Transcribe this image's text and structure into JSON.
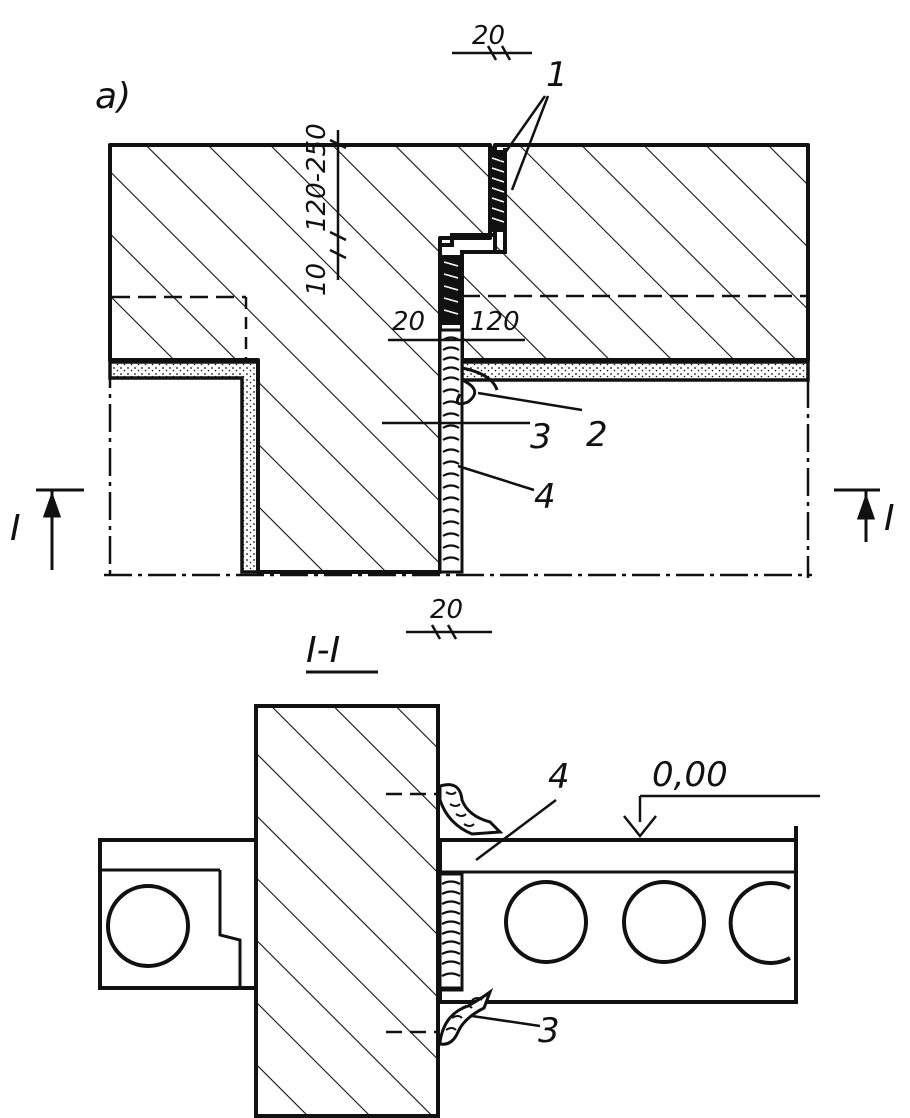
{
  "figure_label": "a)",
  "section_title": "I-I",
  "section_markers": {
    "left": "I",
    "right": "I"
  },
  "dimensions": {
    "top_gap": "20",
    "wall_depth": "120-250",
    "wall_offset": "10",
    "joint_width": "20",
    "seal_length": "120",
    "bottom_gap": "20"
  },
  "elevation": "0,00",
  "callouts": {
    "c1": "1",
    "c2": "2",
    "c3_top": "3",
    "c4_top": "4",
    "c4_bottom": "4",
    "c3_bottom": "3"
  },
  "colors": {
    "ink": "#111111",
    "paper": "#ffffff"
  }
}
